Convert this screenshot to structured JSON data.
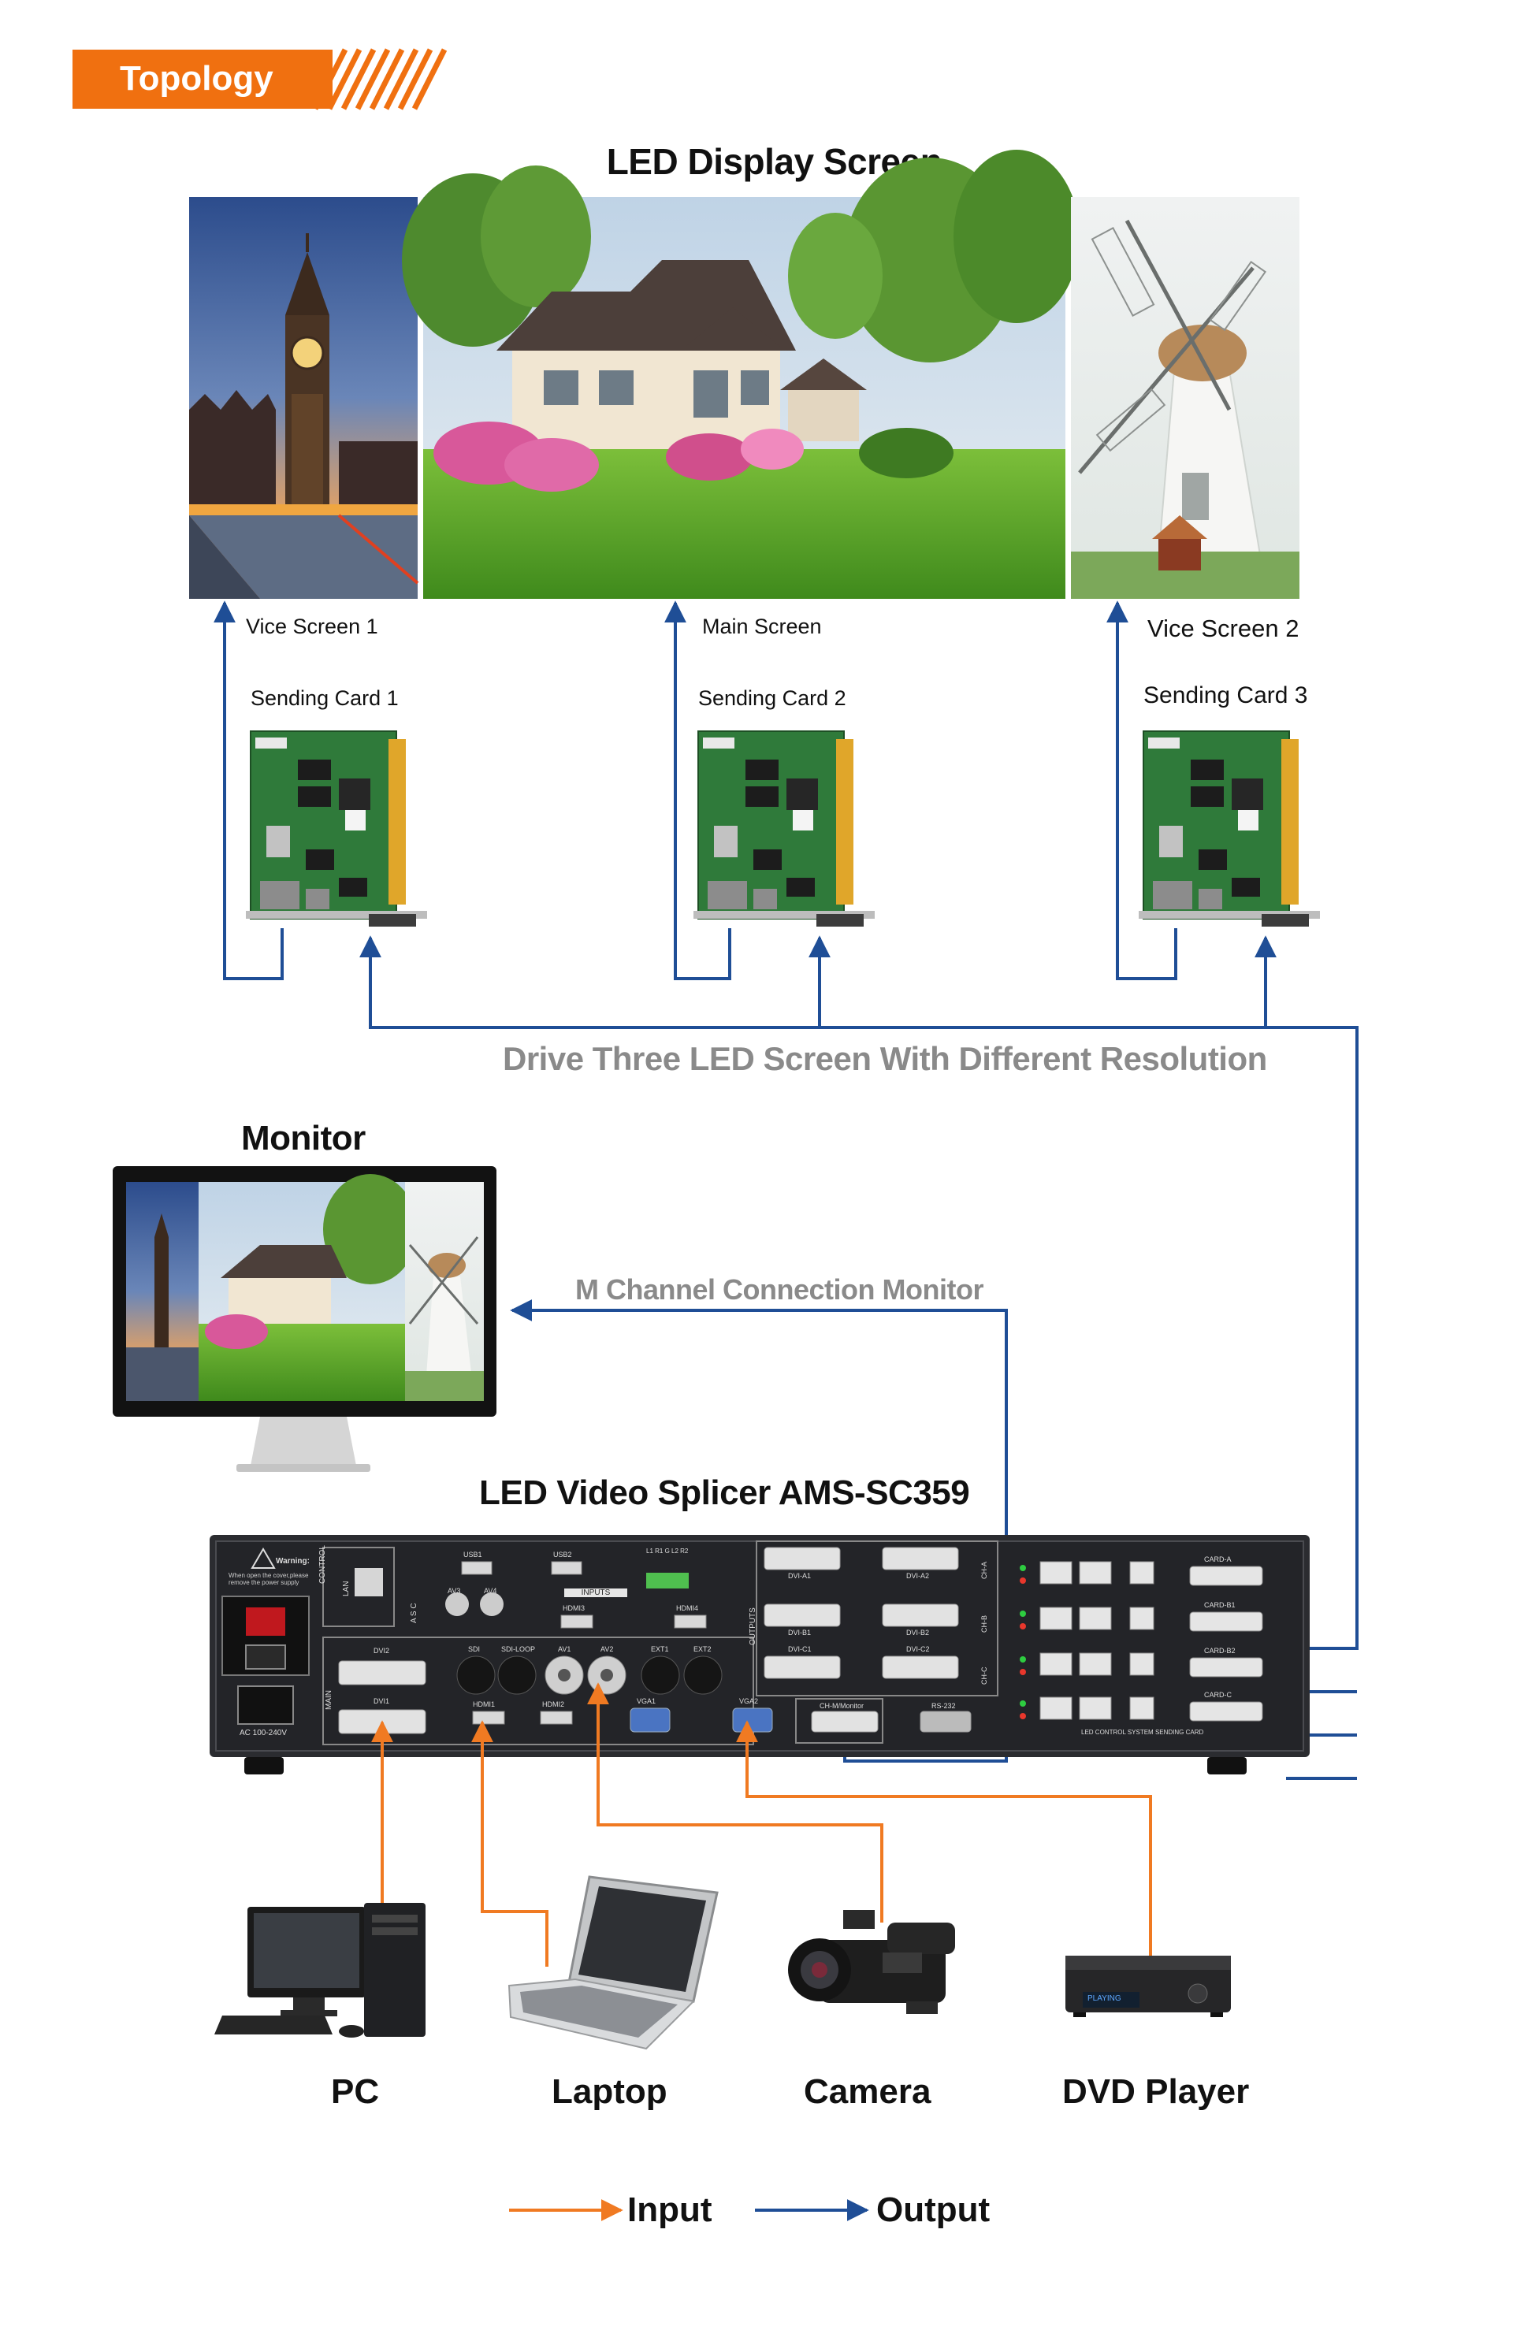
{
  "header": {
    "tag_label": "Topology"
  },
  "led_display": {
    "title": "LED Display Screen",
    "screens": [
      {
        "label": "Vice Screen 1",
        "card": "Sending Card 1"
      },
      {
        "label": "Main Screen",
        "card": "Sending Card 2"
      },
      {
        "label": "Vice Screen 2",
        "card": "Sending Card 3"
      }
    ]
  },
  "drive_caption": "Drive Three LED Screen With Different Resolution",
  "monitor": {
    "title": "Monitor",
    "caption": "M Channel Connection Monitor"
  },
  "splicer": {
    "title": "LED Video Splicer AMS-SC359",
    "warning_title": "Warning:",
    "warning_text": "When open the cover,please remove the power supply",
    "power_label": "AC 100-240V",
    "control_label": "CONTROL",
    "lan_label": "LAN",
    "main_label": "MAIN",
    "asc_label": "A S C",
    "inputs_label": "INPUTS",
    "outputs_label": "OUTPUTS",
    "input_ports": [
      "USB1",
      "USB2",
      "AV3",
      "AV4",
      "HDMI3",
      "HDMI4",
      "DVI2",
      "SDI",
      "SDI-LOOP",
      "AV1",
      "AV2",
      "EXT1",
      "EXT2",
      "DVI1",
      "HDMI1",
      "HDMI2",
      "VGA1",
      "VGA2"
    ],
    "audio_label": "L1 R1 G L2 R2",
    "output_ports": [
      "DVI-A1",
      "DVI-A2",
      "DVI-B1",
      "DVI-B2",
      "DVI-C1",
      "DVI-C2",
      "CH-M/Monitor",
      "RS-232"
    ],
    "channel_labels": [
      "CH-A",
      "CH-B",
      "CH-C"
    ],
    "card_labels": [
      "CARD-A",
      "CARD-B1",
      "CARD-B2",
      "CARD-C"
    ],
    "card_footer": "LED CONTROL SYSTEM SENDING CARD"
  },
  "sources": [
    {
      "label": "PC"
    },
    {
      "label": "Laptop"
    },
    {
      "label": "Camera"
    },
    {
      "label": "DVD Player",
      "display_text": "PLAYING"
    }
  ],
  "legend": {
    "input_label": "Input",
    "output_label": "Output"
  },
  "colors": {
    "accent": "#f07010",
    "input_line": "#f07a22",
    "output_line": "#1f4e96",
    "caption_gray": "#8a8a8a"
  }
}
